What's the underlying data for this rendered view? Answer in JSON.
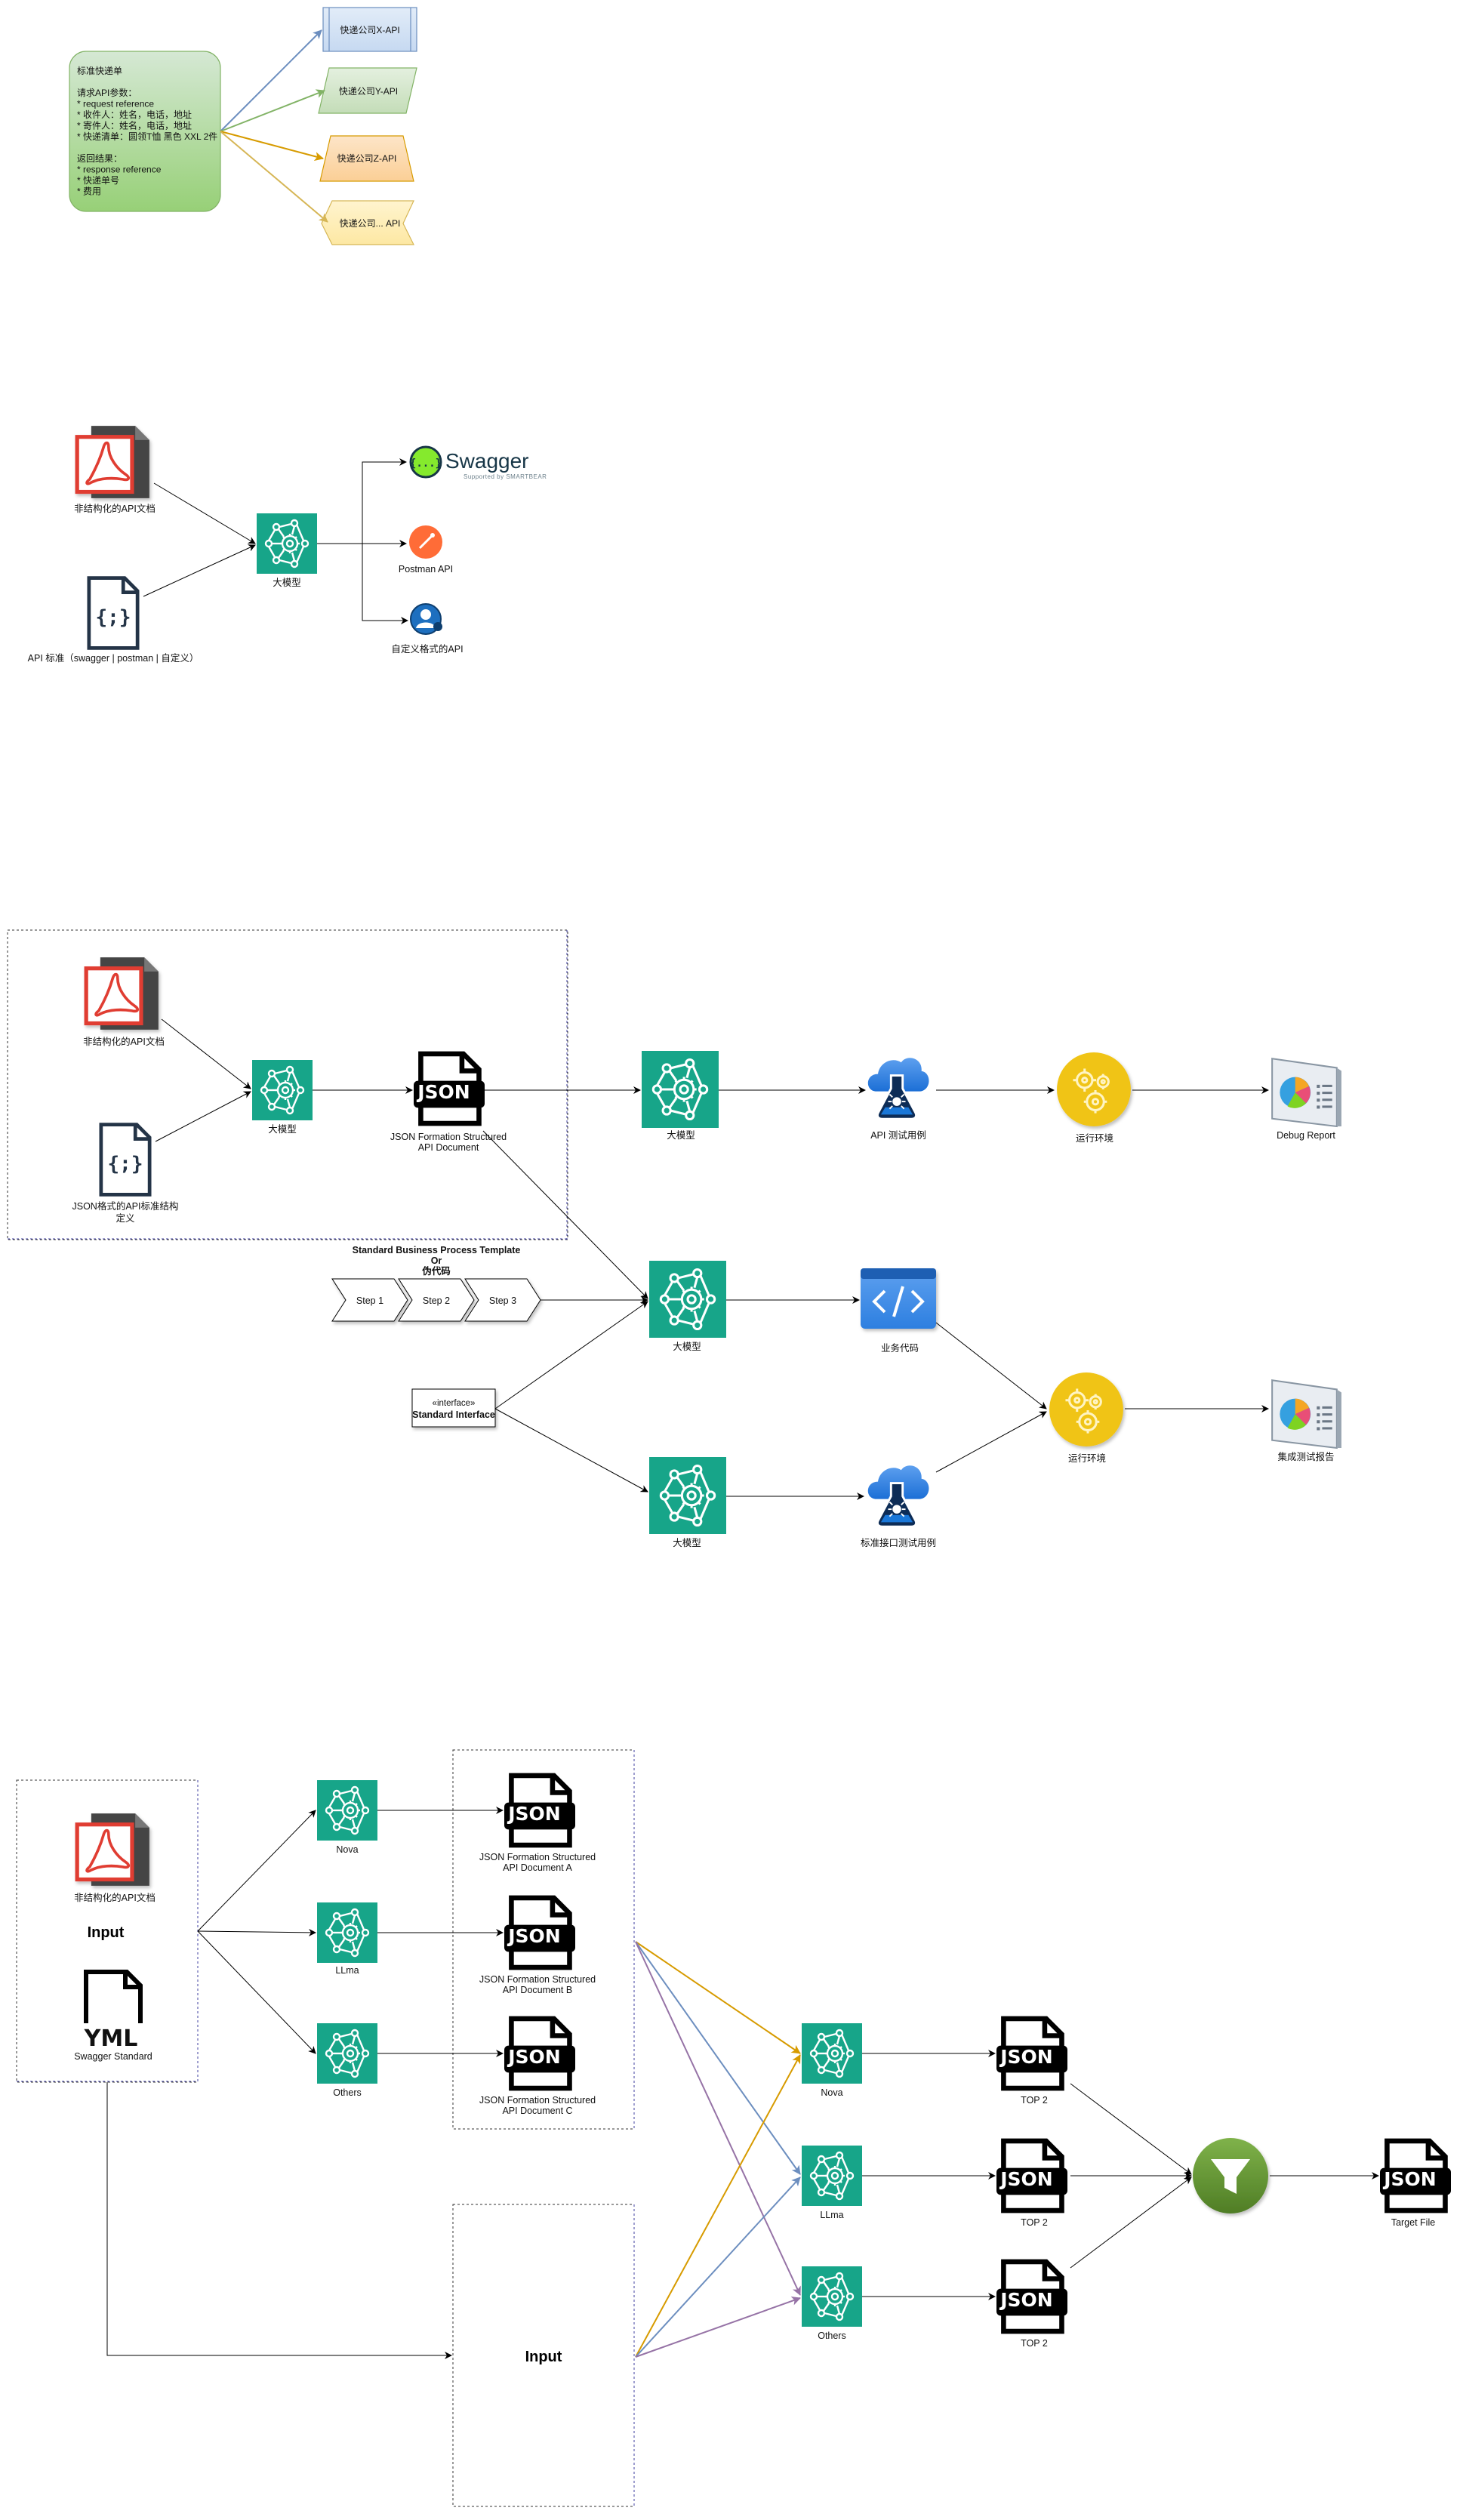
{
  "section1": {
    "note_lines": [
      "标准快递单",
      "",
      "请求API参数：",
      "* request reference",
      "* 收件人：姓名，电话，地址",
      "* 寄件人：姓名，电话，地址",
      "* 快递清单：圆领T恤 黑色 XXL 2件",
      "",
      "返回结果：",
      "* response reference",
      "* 快递单号",
      "* 费用"
    ],
    "api_x": "快递公司X-API",
    "api_y": "快递公司Y-API",
    "api_z": "快递公司Z-API",
    "api_more": "快递公司... API",
    "colors": {
      "note_top": "#d5e8d4",
      "note_bottom": "#97d077",
      "blue": "#6c8ebf",
      "green": "#82b366",
      "orange": "#d79b00",
      "yellow": "#d6b656"
    }
  },
  "section2": {
    "pdf_label": "非结构化的API文档",
    "std_label": "API  标准（swagger | postman | 自定义）",
    "llm_label": "大模型",
    "swagger_text": "Swagger",
    "swagger_sub": "Supported by SMARTBEAR",
    "postman_label": "Postman API",
    "custom_label": "自定义格式的API"
  },
  "section3": {
    "pdf_label": "非结构化的API文档",
    "json_std_label_1": "JSON格式的API标准结构",
    "json_std_label_2": "定义",
    "llm1_label": "大模型",
    "json_doc_label_1": "JSON Formation Structured",
    "json_doc_label_2": "API Document",
    "llm2_label": "大模型",
    "api_test_label": "API 测试用例",
    "runtime1_label": "运行环境",
    "debug_report_label": "Debug Report",
    "template_title_1": "Standard Business Process Template",
    "template_title_2": "Or",
    "template_title_3": "伪代码",
    "step1": "Step 1",
    "step2": "Step 2",
    "step3": "Step 3",
    "llm3_label": "大模型",
    "biz_code_label": "业务代码",
    "interface_stereo": "«interface»",
    "interface_name": "Standard Interface",
    "runtime2_label": "运行环境",
    "integration_report_label": "集成测试报告",
    "llm4_label": "大模型",
    "std_test_label": "标准接口测试用例",
    "json_word": "JSON"
  },
  "section4": {
    "pdf_label": "非结构化的API文档",
    "input_label": "Input",
    "yml_word": "YML",
    "swagger_std_label": "Swagger Standard",
    "nova_label": "Nova",
    "llma_label": "LLma",
    "others_label": "Others",
    "doc_a_1": "JSON Formation Structured",
    "doc_a_2": "API Document A",
    "doc_b_1": "JSON Formation Structured",
    "doc_b_2": "API Document B",
    "doc_c_1": "JSON Formation Structured",
    "doc_c_2": "API Document C",
    "input2_label": "Input",
    "nova2_label": "Nova",
    "llma2_label": "LLma",
    "others2_label": "Others",
    "top2_a": "TOP 2",
    "top2_b": "TOP 2",
    "top2_c": "TOP 2",
    "target_label": "Target File",
    "json_word": "JSON",
    "colors": {
      "orange": "#d79b00",
      "blue": "#6c8ebf",
      "purple": "#9673a6",
      "green_filter": "#6d9a3a",
      "teal": "#17a589"
    }
  }
}
